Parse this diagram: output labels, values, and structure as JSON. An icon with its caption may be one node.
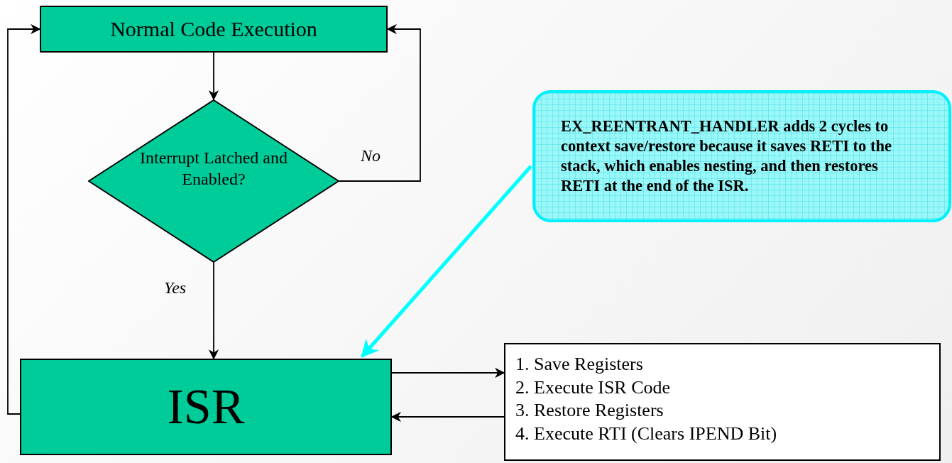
{
  "diagram": {
    "nodes": [
      {
        "text": [
          "Normal Code Execution"
        ]
      },
      {
        "text": [
          "Interrupt Latched and Enabled?"
        ]
      },
      {
        "text": [
          "ISR"
        ]
      },
      {
        "text": [
          "EX_REENTRANT_HANDLER adds 2 cycles to context save/restore because it saves RETI to the stack, which enables nesting, and then restores RETI at the end of the ISR."
        ]
      },
      {
        "text": [
          "1. Save Registers",
          "2. Execute ISR Code",
          "3. Restore Registers",
          "4. Execute RTI (Clears IPEND Bit)"
        ]
      }
    ],
    "edges": [
      {
        "from": 0,
        "to": 1,
        "arrow": "to"
      },
      {
        "from": 1,
        "to": 0,
        "arrow": "to",
        "label": "No"
      },
      {
        "from": 1,
        "to": 2,
        "arrow": "to",
        "label": "Yes"
      },
      {
        "from": 2,
        "to": 0,
        "arrow": "to"
      },
      {
        "from": 3,
        "to": 2,
        "arrow": "to",
        "style": "thick",
        "color": "#00ffff"
      },
      {
        "from": 2,
        "to": 4,
        "arrow": "to"
      },
      {
        "from": 4,
        "to": 2,
        "arrow": "to"
      }
    ]
  }
}
